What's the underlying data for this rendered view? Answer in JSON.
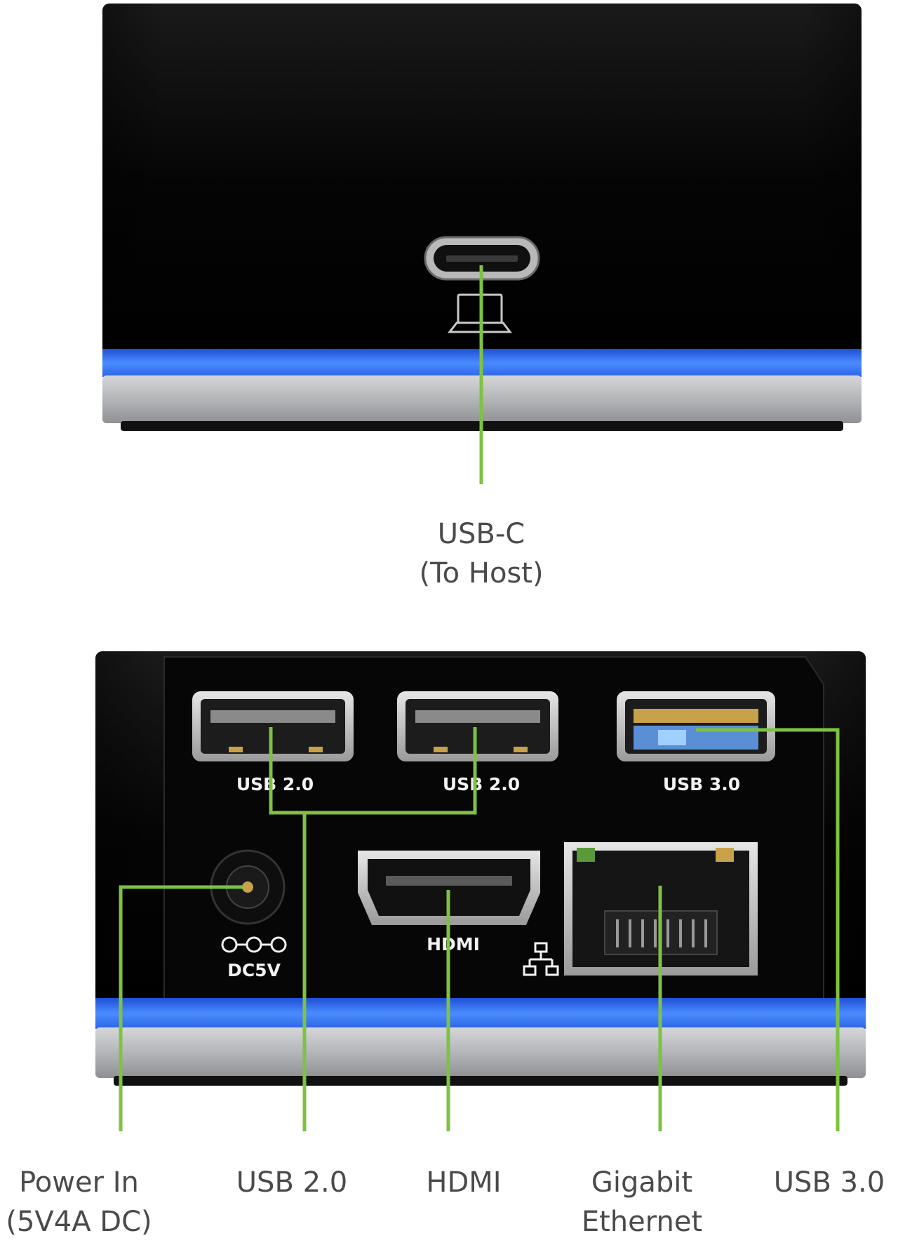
{
  "colors": {
    "background": "#ffffff",
    "device_body": "#0a0a0a",
    "led_strip": "#3d7fff",
    "base": "#b5b7ba",
    "callout_line": "#7dc242",
    "callout_text": "#4a4a4a"
  },
  "top_view": {
    "port": "usb-c-port",
    "icon": "laptop-icon",
    "callout": {
      "line1": "USB-C",
      "line2": "(To Host)"
    }
  },
  "bottom_view": {
    "port_labels": {
      "usb2_a": "USB 2.0",
      "usb2_b": "USB 2.0",
      "usb3": "USB 3.0",
      "hdmi": "HDMI",
      "dc": "DC5V"
    },
    "icons": [
      "dc-polarity-icon",
      "network-icon"
    ],
    "callouts": {
      "power": {
        "line1": "Power In",
        "line2": "(5V4A DC)"
      },
      "usb2": {
        "line1": "USB 2.0"
      },
      "hdmi": {
        "line1": "HDMI"
      },
      "ethernet": {
        "line1": "Gigabit",
        "line2": "Ethernet"
      },
      "usb3": {
        "line1": "USB 3.0"
      }
    }
  }
}
